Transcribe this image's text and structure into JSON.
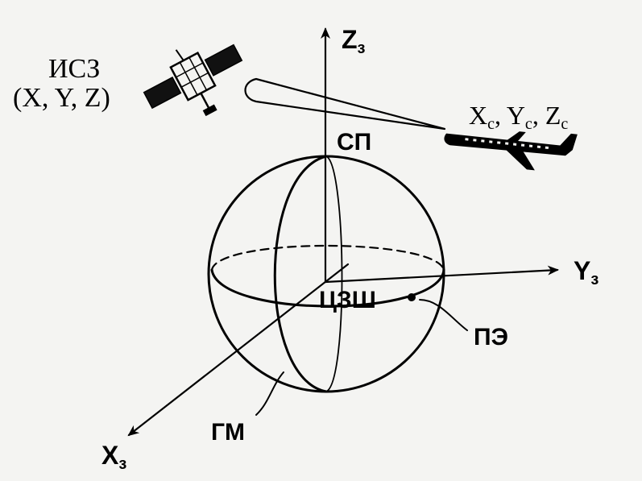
{
  "labels": {
    "z_axis": "Zз",
    "y_axis": "Yз",
    "x_axis": "Xз",
    "north_pole": "СП",
    "earth_center": "ЦЗШ",
    "point_on_earth": "ПЭ",
    "greenwich_meridian": "ГМ",
    "satellite_line1": "ИСЗ",
    "satellite_line2": "(X, Y, Z)",
    "aircraft_coords": "Xc, Yc, Zc"
  },
  "axis_glyphs": {
    "z_main": "Z",
    "z_sub": "з",
    "y_main": "Y",
    "y_sub": "з",
    "x_main": "X",
    "x_sub": "з",
    "c_sub": "c"
  },
  "colors": {
    "ink": "#000000",
    "paper": "#f4f4f2"
  }
}
